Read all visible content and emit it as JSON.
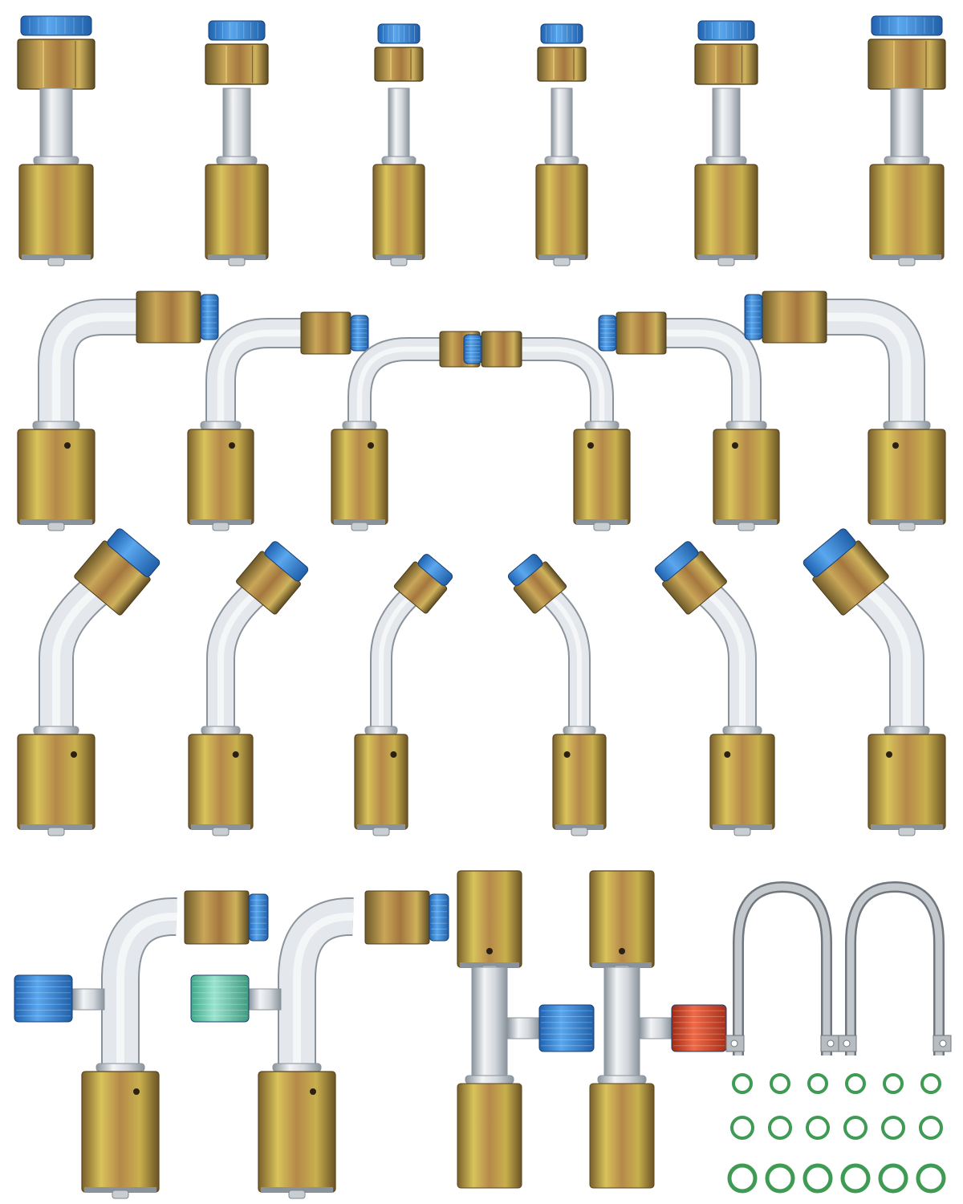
{
  "scene": {
    "background": "#ffffff",
    "subject": "ac-hose-fitting-kit",
    "colors": {
      "brass_light": "#d8c25a",
      "brass_mid": "#b48a3e",
      "brass_dark": "#6e5a2a",
      "copper_tint": "#b8754a",
      "aluminum_light": "#eef1f4",
      "aluminum_mid": "#c6ccd2",
      "aluminum_dark": "#8a939c",
      "cap_blue": "#3b8fe0",
      "cap_blue_dark": "#1f62b0",
      "cap_green": "#6fd3b6",
      "cap_red": "#d9442a",
      "oring_green": "#3f9b54",
      "clamp_steel": "#aab0b6"
    },
    "rows": [
      {
        "type": "straight-fitting",
        "count": 6
      },
      {
        "type": "90-degree-fitting",
        "count": 6
      },
      {
        "type": "45-degree-fitting",
        "count": 6
      },
      {
        "type": "service-port-fittings-and-accessories",
        "count": 4
      }
    ],
    "service_port_caps": [
      "blue",
      "green",
      "blue",
      "red"
    ],
    "hose_clamps": 2,
    "o_rings": {
      "rows": 3,
      "per_row": 6
    }
  }
}
